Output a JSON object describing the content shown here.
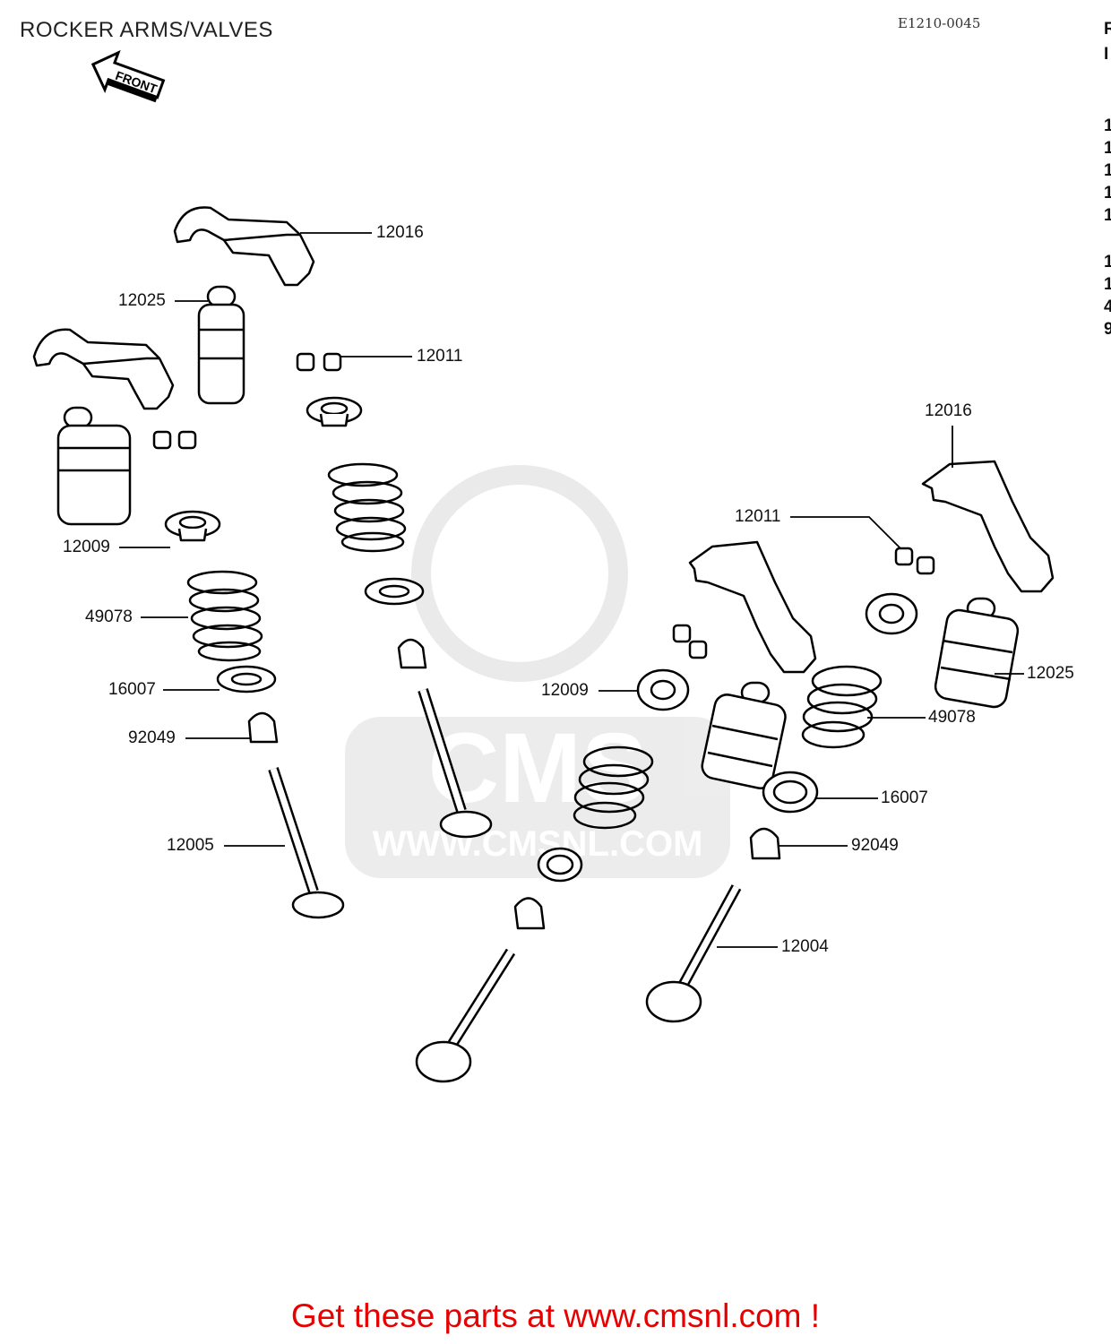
{
  "header": {
    "title": "ROCKER ARMS/VALVES",
    "drawing_code": "E1210-0045"
  },
  "front_arrow_label": "FRONT",
  "watermark": {
    "text": "WWW.CMSNL.COM",
    "logo": "CMS"
  },
  "callouts": [
    {
      "id": "c1",
      "text": "12016"
    },
    {
      "id": "c2",
      "text": "12025"
    },
    {
      "id": "c3",
      "text": "12011"
    },
    {
      "id": "c4",
      "text": "12009"
    },
    {
      "id": "c5",
      "text": "49078"
    },
    {
      "id": "c6",
      "text": "16007"
    },
    {
      "id": "c7",
      "text": "92049"
    },
    {
      "id": "c8",
      "text": "12005"
    },
    {
      "id": "c9",
      "text": "12016"
    },
    {
      "id": "c10",
      "text": "12011"
    },
    {
      "id": "c11",
      "text": "12025"
    },
    {
      "id": "c12",
      "text": "12009"
    },
    {
      "id": "c13",
      "text": "49078"
    },
    {
      "id": "c14",
      "text": "16007"
    },
    {
      "id": "c15",
      "text": "92049"
    },
    {
      "id": "c16",
      "text": "12004"
    }
  ],
  "footer": {
    "cta": "Get these parts at www.cmsnl.com !"
  }
}
